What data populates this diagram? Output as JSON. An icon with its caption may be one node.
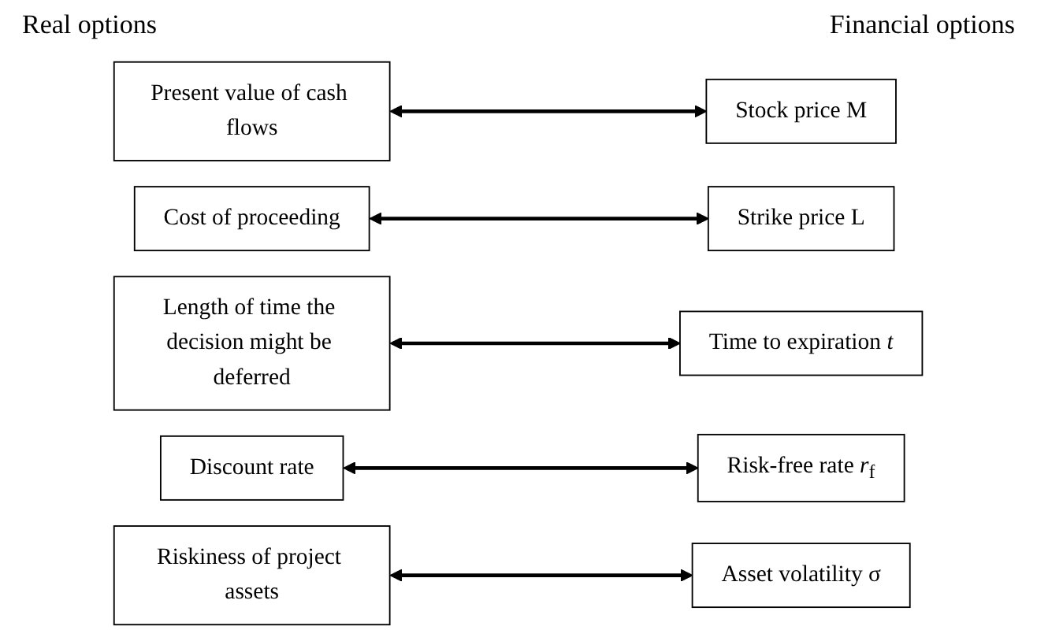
{
  "diagram": {
    "nodes": [
      {
        "text": [
          "Present value of cash flows"
        ]
      },
      {
        "text": [
          "Stock price M"
        ]
      },
      {
        "text": [
          "Cost of proceeding"
        ]
      },
      {
        "text": [
          "Strike price L"
        ]
      },
      {
        "text": [
          "Length of time the decision might be deferred"
        ]
      },
      {
        "text": [
          "Time to expiration *t*"
        ]
      },
      {
        "text": [
          "Discount rate"
        ]
      },
      {
        "text": [
          "Risk-free rate *r*$_{f}$"
        ]
      },
      {
        "text": [
          "Riskiness of project assets"
        ]
      },
      {
        "text": [
          "Asset volatility σ"
        ]
      }
    ],
    "edges": [
      {
        "from": 0,
        "to": 1,
        "arrow": "both"
      },
      {
        "from": 2,
        "to": 3,
        "arrow": "both"
      },
      {
        "from": 4,
        "to": 5,
        "arrow": "both"
      },
      {
        "from": 6,
        "to": 7,
        "arrow": "both"
      },
      {
        "from": 8,
        "to": 9,
        "arrow": "both"
      }
    ],
    "labels": [
      "Real options",
      "Financial options"
    ]
  }
}
